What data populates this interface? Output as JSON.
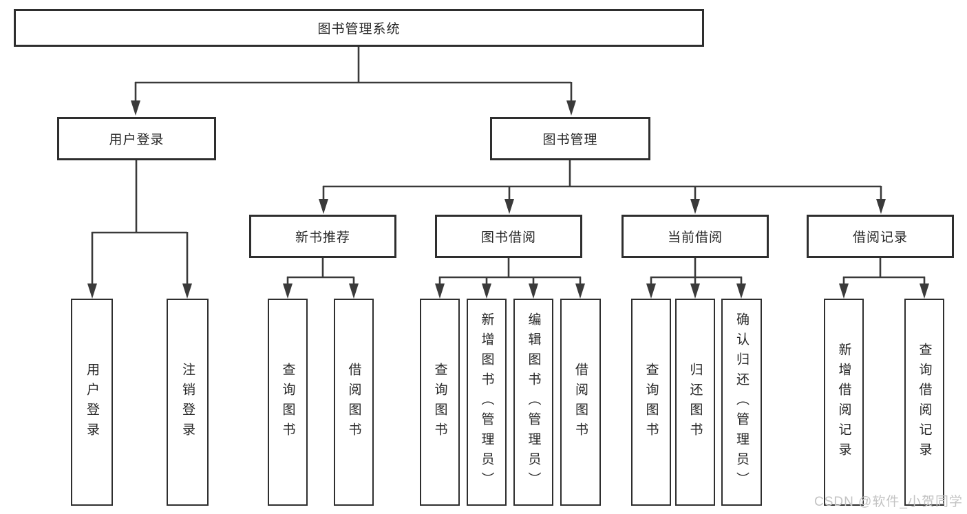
{
  "diagram": {
    "root": {
      "label": "图书管理系统"
    },
    "level2": [
      {
        "label": "用户登录"
      },
      {
        "label": "图书管理"
      }
    ],
    "level3": [
      {
        "label": "新书推荐"
      },
      {
        "label": "图书借阅"
      },
      {
        "label": "当前借阅"
      },
      {
        "label": "借阅记录"
      }
    ],
    "leaves": {
      "user_login": [
        {
          "label": "用户登录"
        },
        {
          "label": "注销登录"
        }
      ],
      "new_books": [
        {
          "label": "查询图书"
        },
        {
          "label": "借阅图书"
        }
      ],
      "book_borrow": [
        {
          "label": "查询图书"
        },
        {
          "label": "新增图书（管理员）"
        },
        {
          "label": "编辑图书（管理员）"
        },
        {
          "label": "借阅图书"
        }
      ],
      "current_borrow": [
        {
          "label": "查询图书"
        },
        {
          "label": "归还图书"
        },
        {
          "label": "确认归还（管理员）"
        }
      ],
      "borrow_records": [
        {
          "label": "新增借阅记录"
        },
        {
          "label": "查询借阅记录"
        }
      ]
    }
  },
  "watermark": "CSDN @软件_小贺同学",
  "colors": {
    "line": "#3a3a3a",
    "box_border": "#2e2e2e",
    "box_background": "#ffffff",
    "text": "#262626",
    "watermark_text": "#c3c3c3"
  }
}
